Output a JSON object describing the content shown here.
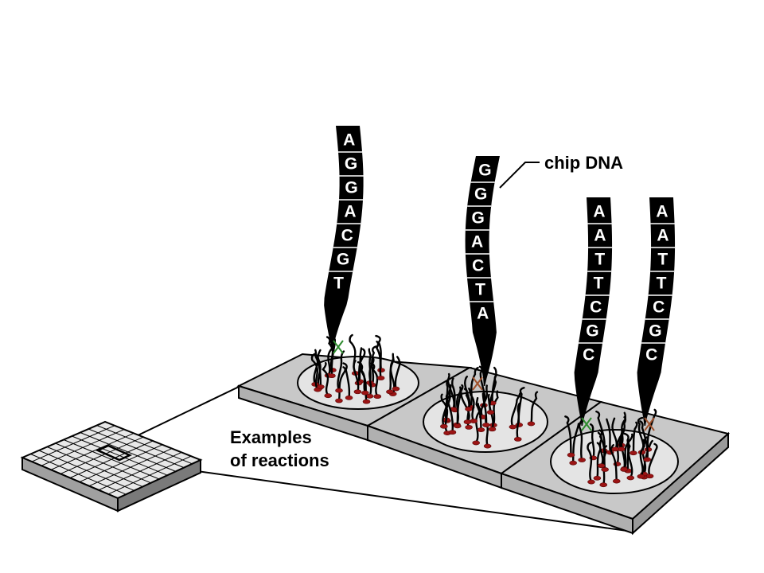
{
  "labels": {
    "chip_dna": "chip DNA",
    "examples_line1": "Examples",
    "examples_line2": "of reactions"
  },
  "strands": [
    {
      "name": "strand-1",
      "bases": [
        "A",
        "G",
        "G",
        "A",
        "C",
        "G",
        "T"
      ],
      "pair_mark_color": "#2e8b2e"
    },
    {
      "name": "strand-2",
      "bases": [
        "G",
        "G",
        "G",
        "A",
        "C",
        "T",
        "A"
      ],
      "pair_mark_color": "#a0522d"
    },
    {
      "name": "strand-3",
      "bases": [
        "A",
        "A",
        "T",
        "T",
        "C",
        "G",
        "C"
      ],
      "pair_mark_color": "#2e8b2e"
    },
    {
      "name": "strand-4",
      "bases": [
        "A",
        "A",
        "T",
        "T",
        "C",
        "G",
        "C"
      ],
      "pair_mark_color": "#a0522d"
    }
  ],
  "colors": {
    "dot": "#9b1414",
    "separator_blue": "#1f3f9f",
    "tile": "#c8c8c8",
    "well": "#e4e4e4"
  }
}
